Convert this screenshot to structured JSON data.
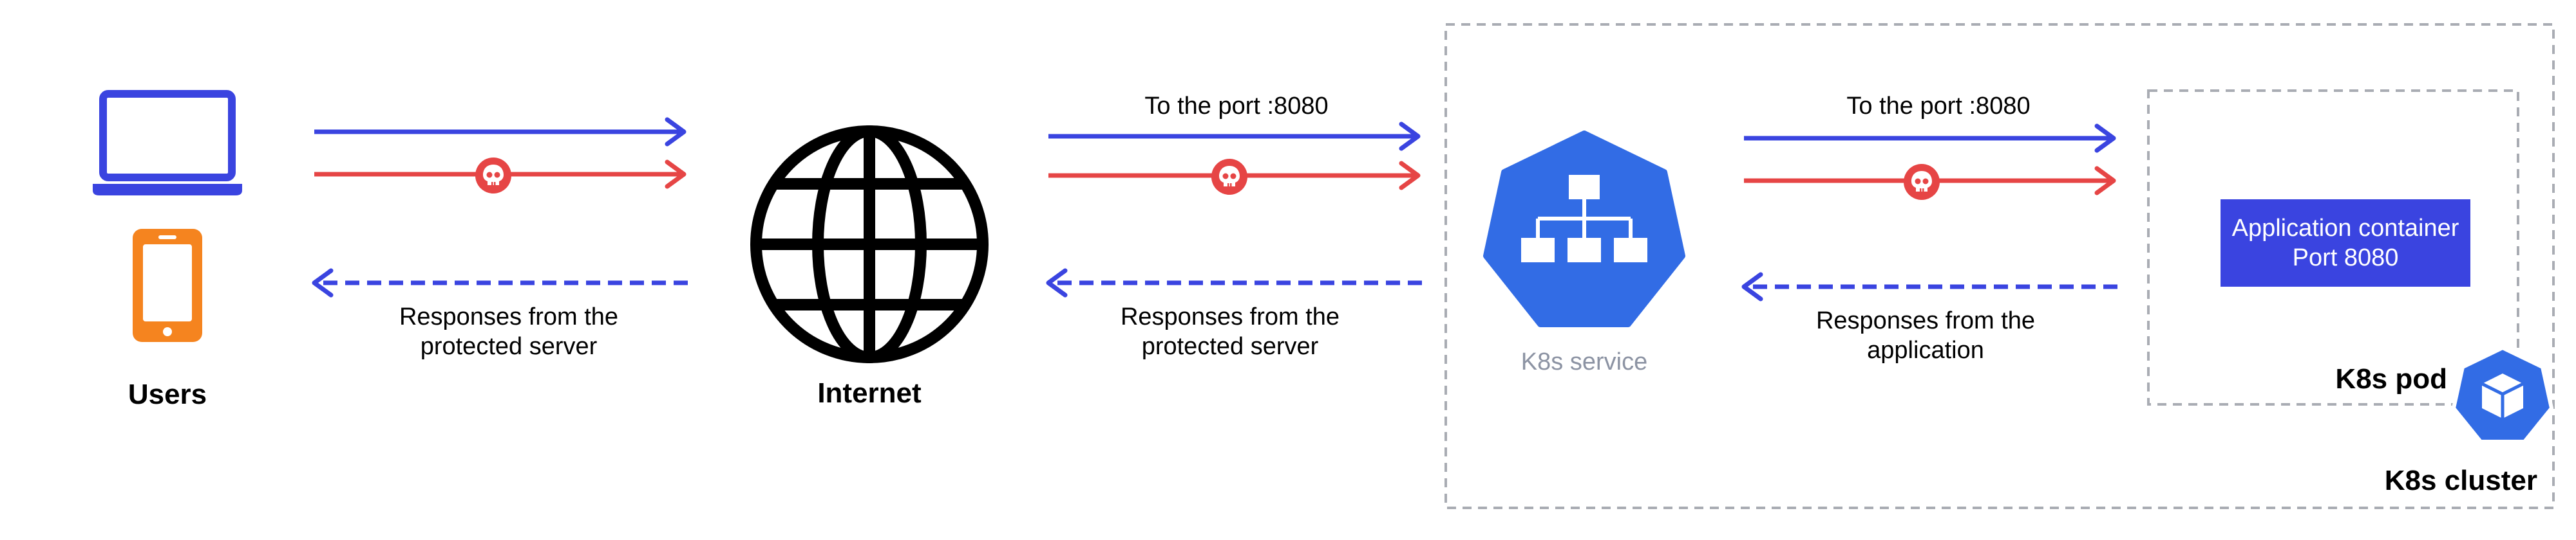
{
  "nodes": {
    "users": {
      "label": "Users"
    },
    "internet": {
      "label": "Internet"
    },
    "k8s_service": {
      "label": "K8s service"
    },
    "k8s_pod": {
      "label": "K8s pod"
    },
    "k8s_cluster": {
      "label": "K8s cluster"
    },
    "app_container": {
      "line1": "Application container",
      "line2": "Port 8080"
    }
  },
  "edges": {
    "seg1": {
      "response_line1": "Responses from the",
      "response_line2": "protected server"
    },
    "seg2": {
      "request_label": "To the port :8080",
      "response_line1": "Responses from the",
      "response_line2": "protected server"
    },
    "seg3": {
      "request_label": "To the port :8080",
      "response_line1": "Responses from the",
      "response_line2": "application"
    }
  },
  "icons": [
    "laptop-icon",
    "phone-icon",
    "globe-icon",
    "k8s-service-icon",
    "k8s-pod-icon",
    "skull-icon"
  ],
  "colors": {
    "legit": "#3a44e0",
    "malicious": "#e64545",
    "k8s": "#326ce5",
    "phone": "#f5841f",
    "border": "#a9acb3"
  }
}
